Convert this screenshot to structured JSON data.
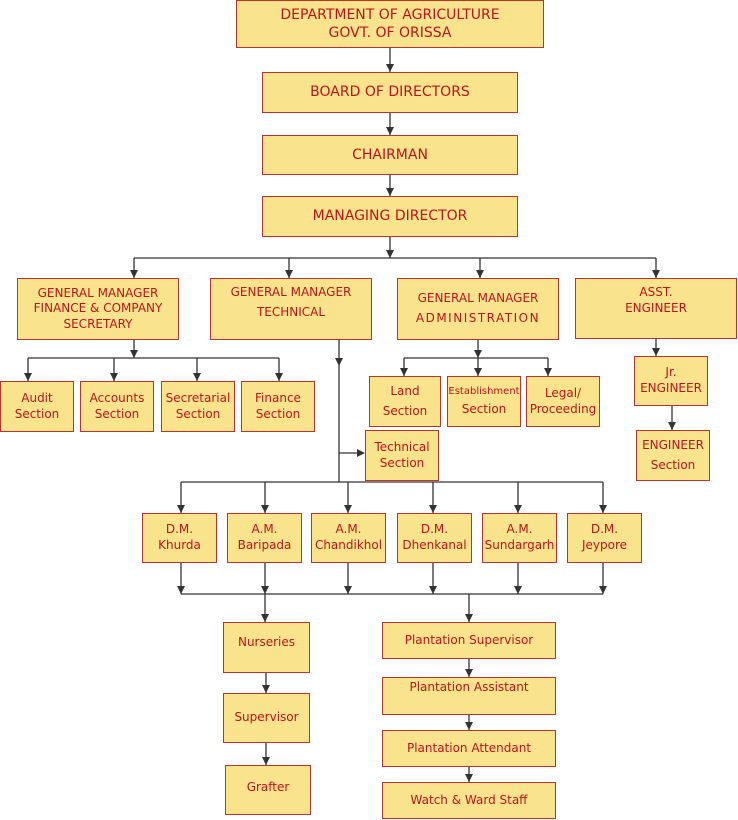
{
  "department": {
    "line1": "DEPARTMENT OF AGRICULTURE",
    "line2": "GOVT. OF ORISSA"
  },
  "board": "BOARD OF DIRECTORS",
  "chairman": "CHAIRMAN",
  "managing_director": "MANAGING DIRECTOR",
  "gm_finance": {
    "line1": "GENERAL MANAGER",
    "line2": "FINANCE & COMPANY",
    "line3": "SECRETARY"
  },
  "gm_technical": {
    "line1": "GENERAL MANAGER",
    "line2": "TECHNICAL"
  },
  "gm_admin": {
    "line1": "GENERAL MANAGER",
    "line2": "ADMINISTRATION"
  },
  "asst_engineer": {
    "line1": "ASST.",
    "line2": "ENGINEER"
  },
  "finance_sections": [
    {
      "line1": "Audit",
      "line2": "Section"
    },
    {
      "line1": "Accounts",
      "line2": "Section"
    },
    {
      "line1": "Secretarial",
      "line2": "Section"
    },
    {
      "line1": "Finance",
      "line2": "Section"
    }
  ],
  "admin_sections": [
    {
      "line1": "Land",
      "line2": "Section"
    },
    {
      "line1": "Establishment",
      "line2": "Section"
    },
    {
      "line1": "Legal/",
      "line2": "Proceeding"
    }
  ],
  "jr_engineer": {
    "line1": "Jr.",
    "line2": "ENGINEER"
  },
  "engineer_section": {
    "line1": "ENGINEER",
    "line2": "Section"
  },
  "technical_section": {
    "line1": "Technical",
    "line2": "Section"
  },
  "district_offices": [
    {
      "line1": "D.M.",
      "line2": "Khurda"
    },
    {
      "line1": "A.M.",
      "line2": "Baripada"
    },
    {
      "line1": "A.M.",
      "line2": "Chandikhol"
    },
    {
      "line1": "D.M.",
      "line2": "Dhenkanal"
    },
    {
      "line1": "A.M.",
      "line2": "Sundargarh"
    },
    {
      "line1": "D.M.",
      "line2": "Jeypore"
    }
  ],
  "nursery_chain": [
    "Nurseries",
    "Supervisor",
    "Grafter"
  ],
  "plantation_chain": [
    "Plantation Supervisor",
    "Plantation Assistant",
    "Plantation Attendant",
    "Watch & Ward Staff"
  ],
  "colors": {
    "box_fill": "#f9e48d",
    "box_border": "#c0312b",
    "text": "#c0121a",
    "line": "#333333"
  }
}
